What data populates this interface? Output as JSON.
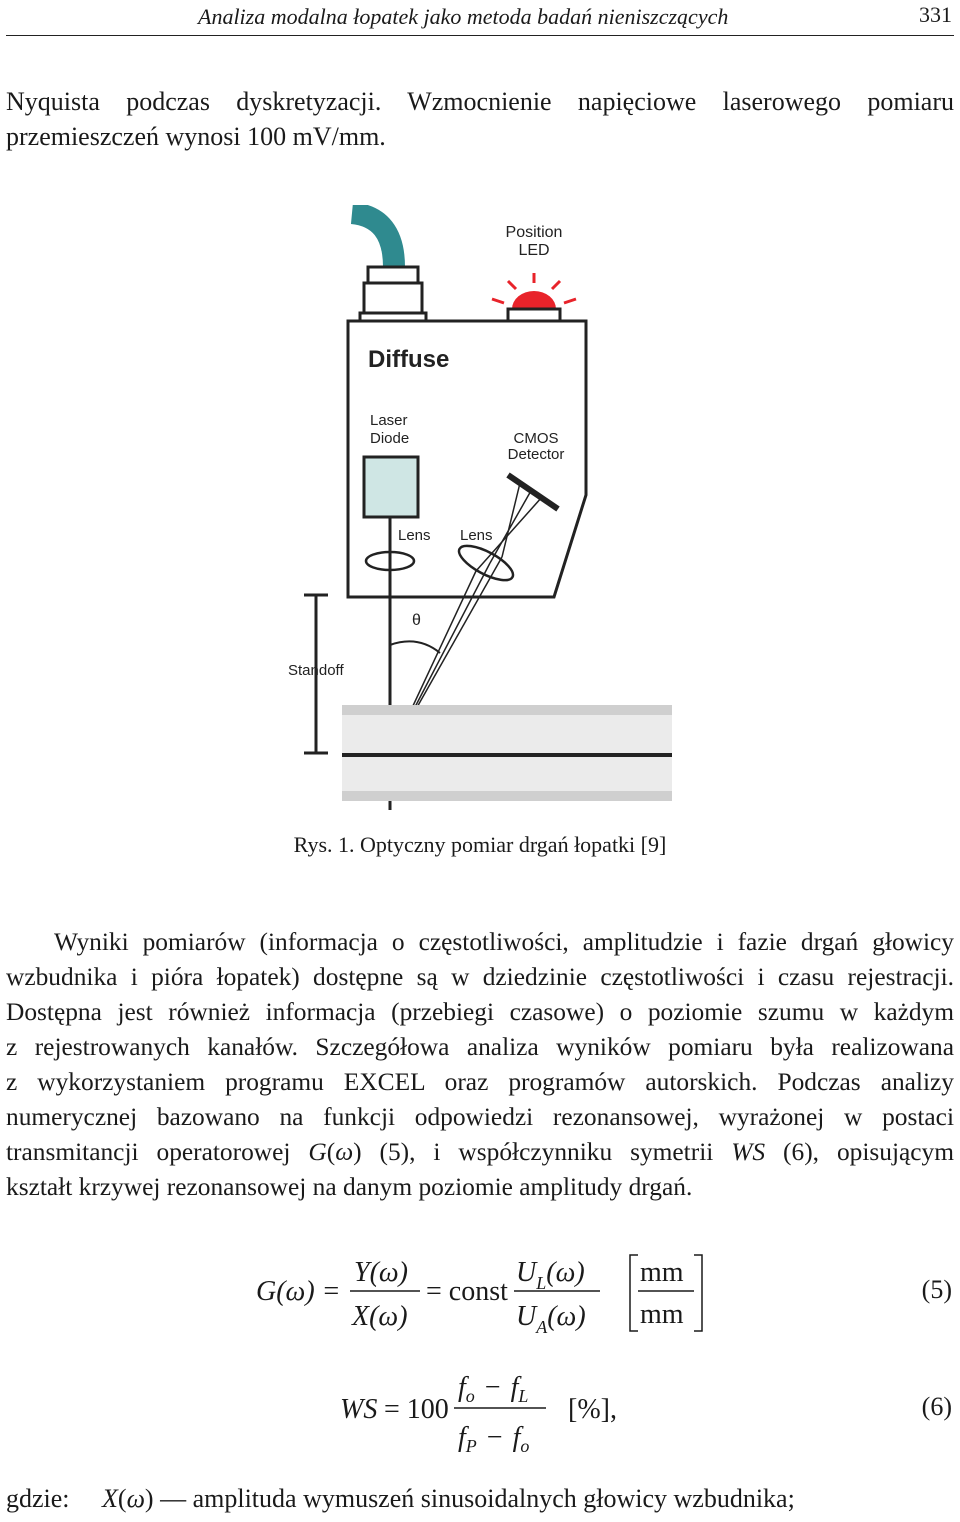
{
  "header": {
    "title": "Analiza modalna łopatek jako metoda badań nieniszczących",
    "page_number": "331"
  },
  "intro": {
    "lines": [
      "Nyquista podczas dyskretyzacji. Wzmocnienie napięciowe laserowego pomiaru",
      "przemieszczeń wynosi 100 mV/mm."
    ]
  },
  "figure": {
    "labels": {
      "position_led_1": "Position",
      "position_led_2": "LED",
      "diffuse": "Diffuse",
      "laser_1": "Laser",
      "laser_2": "Diode",
      "cmos_1": "CMOS",
      "cmos_2": "Detector",
      "lens_left": "Lens",
      "lens_right": "Lens",
      "theta": "θ",
      "standoff": "Standoff"
    },
    "colors": {
      "cable": "#2f8a8f",
      "led": "#e8232a",
      "laser_diode": "#cfe6e4",
      "surface": "#cfcfcf"
    },
    "caption": "Rys. 1. Optyczny pomiar drgań łopatki [9]"
  },
  "body": {
    "lines": [
      "Wyniki pomiarów (informacja o częstotliwości, amplitudzie i fazie drgań głowicy",
      "wzbudnika i pióra łopatek) dostępne są w dziedzinie częstotliwości i czasu rejestracji.",
      "Dostępna jest również informacja (przebiegi czasowe) o poziomie szumu w każdym",
      "z rejestrowanych kanałów. Szczegółowa analiza wyników pomiaru była realizowana",
      "z wykorzystaniem programu EXCEL oraz  programów autorskich. Podczas analizy",
      "numerycznej bazowano na funkcji odpowiedzi rezonansowej, wyrażonej w postaci"
    ],
    "line7": {
      "a": "transmitancji operatorowej ",
      "b": "G",
      "c": "(",
      "d": "ω",
      "e": ") (5), i współczynniku symetrii ",
      "f": "WS",
      "g": " (6), opisującym"
    },
    "line8": "kształt krzywej rezonansowej na danym poziomie amplitudy drgań."
  },
  "equations": {
    "eq5": {
      "lhs": "G(ω) =",
      "num1": "Y(ω)",
      "den1": "X(ω)",
      "mid": "= const",
      "num2_main": "U",
      "num2_sub": "L",
      "num2_tail": "(ω)",
      "den2_main": "U",
      "den2_sub": "A",
      "den2_tail": "(ω)",
      "unit_num": "mm",
      "unit_den": "mm",
      "number": "(5)"
    },
    "eq6": {
      "lhs": "WS",
      "eq": "= 100",
      "num_a": "f",
      "num_a_sub": "o",
      "num_op": "−",
      "num_b": "f",
      "num_b_sub": "L",
      "den_a": "f",
      "den_a_sub": "P",
      "den_op": "−",
      "den_b": "f",
      "den_b_sub": "o",
      "unit": "[%],",
      "number": "(6)"
    }
  },
  "where": {
    "label": "gdzie:",
    "symbol": "X",
    "paren_open": "(",
    "omega": "ω",
    "paren_close": ")",
    "text": " — amplituda wymuszeń sinusoidalnych głowicy wzbudnika;"
  }
}
